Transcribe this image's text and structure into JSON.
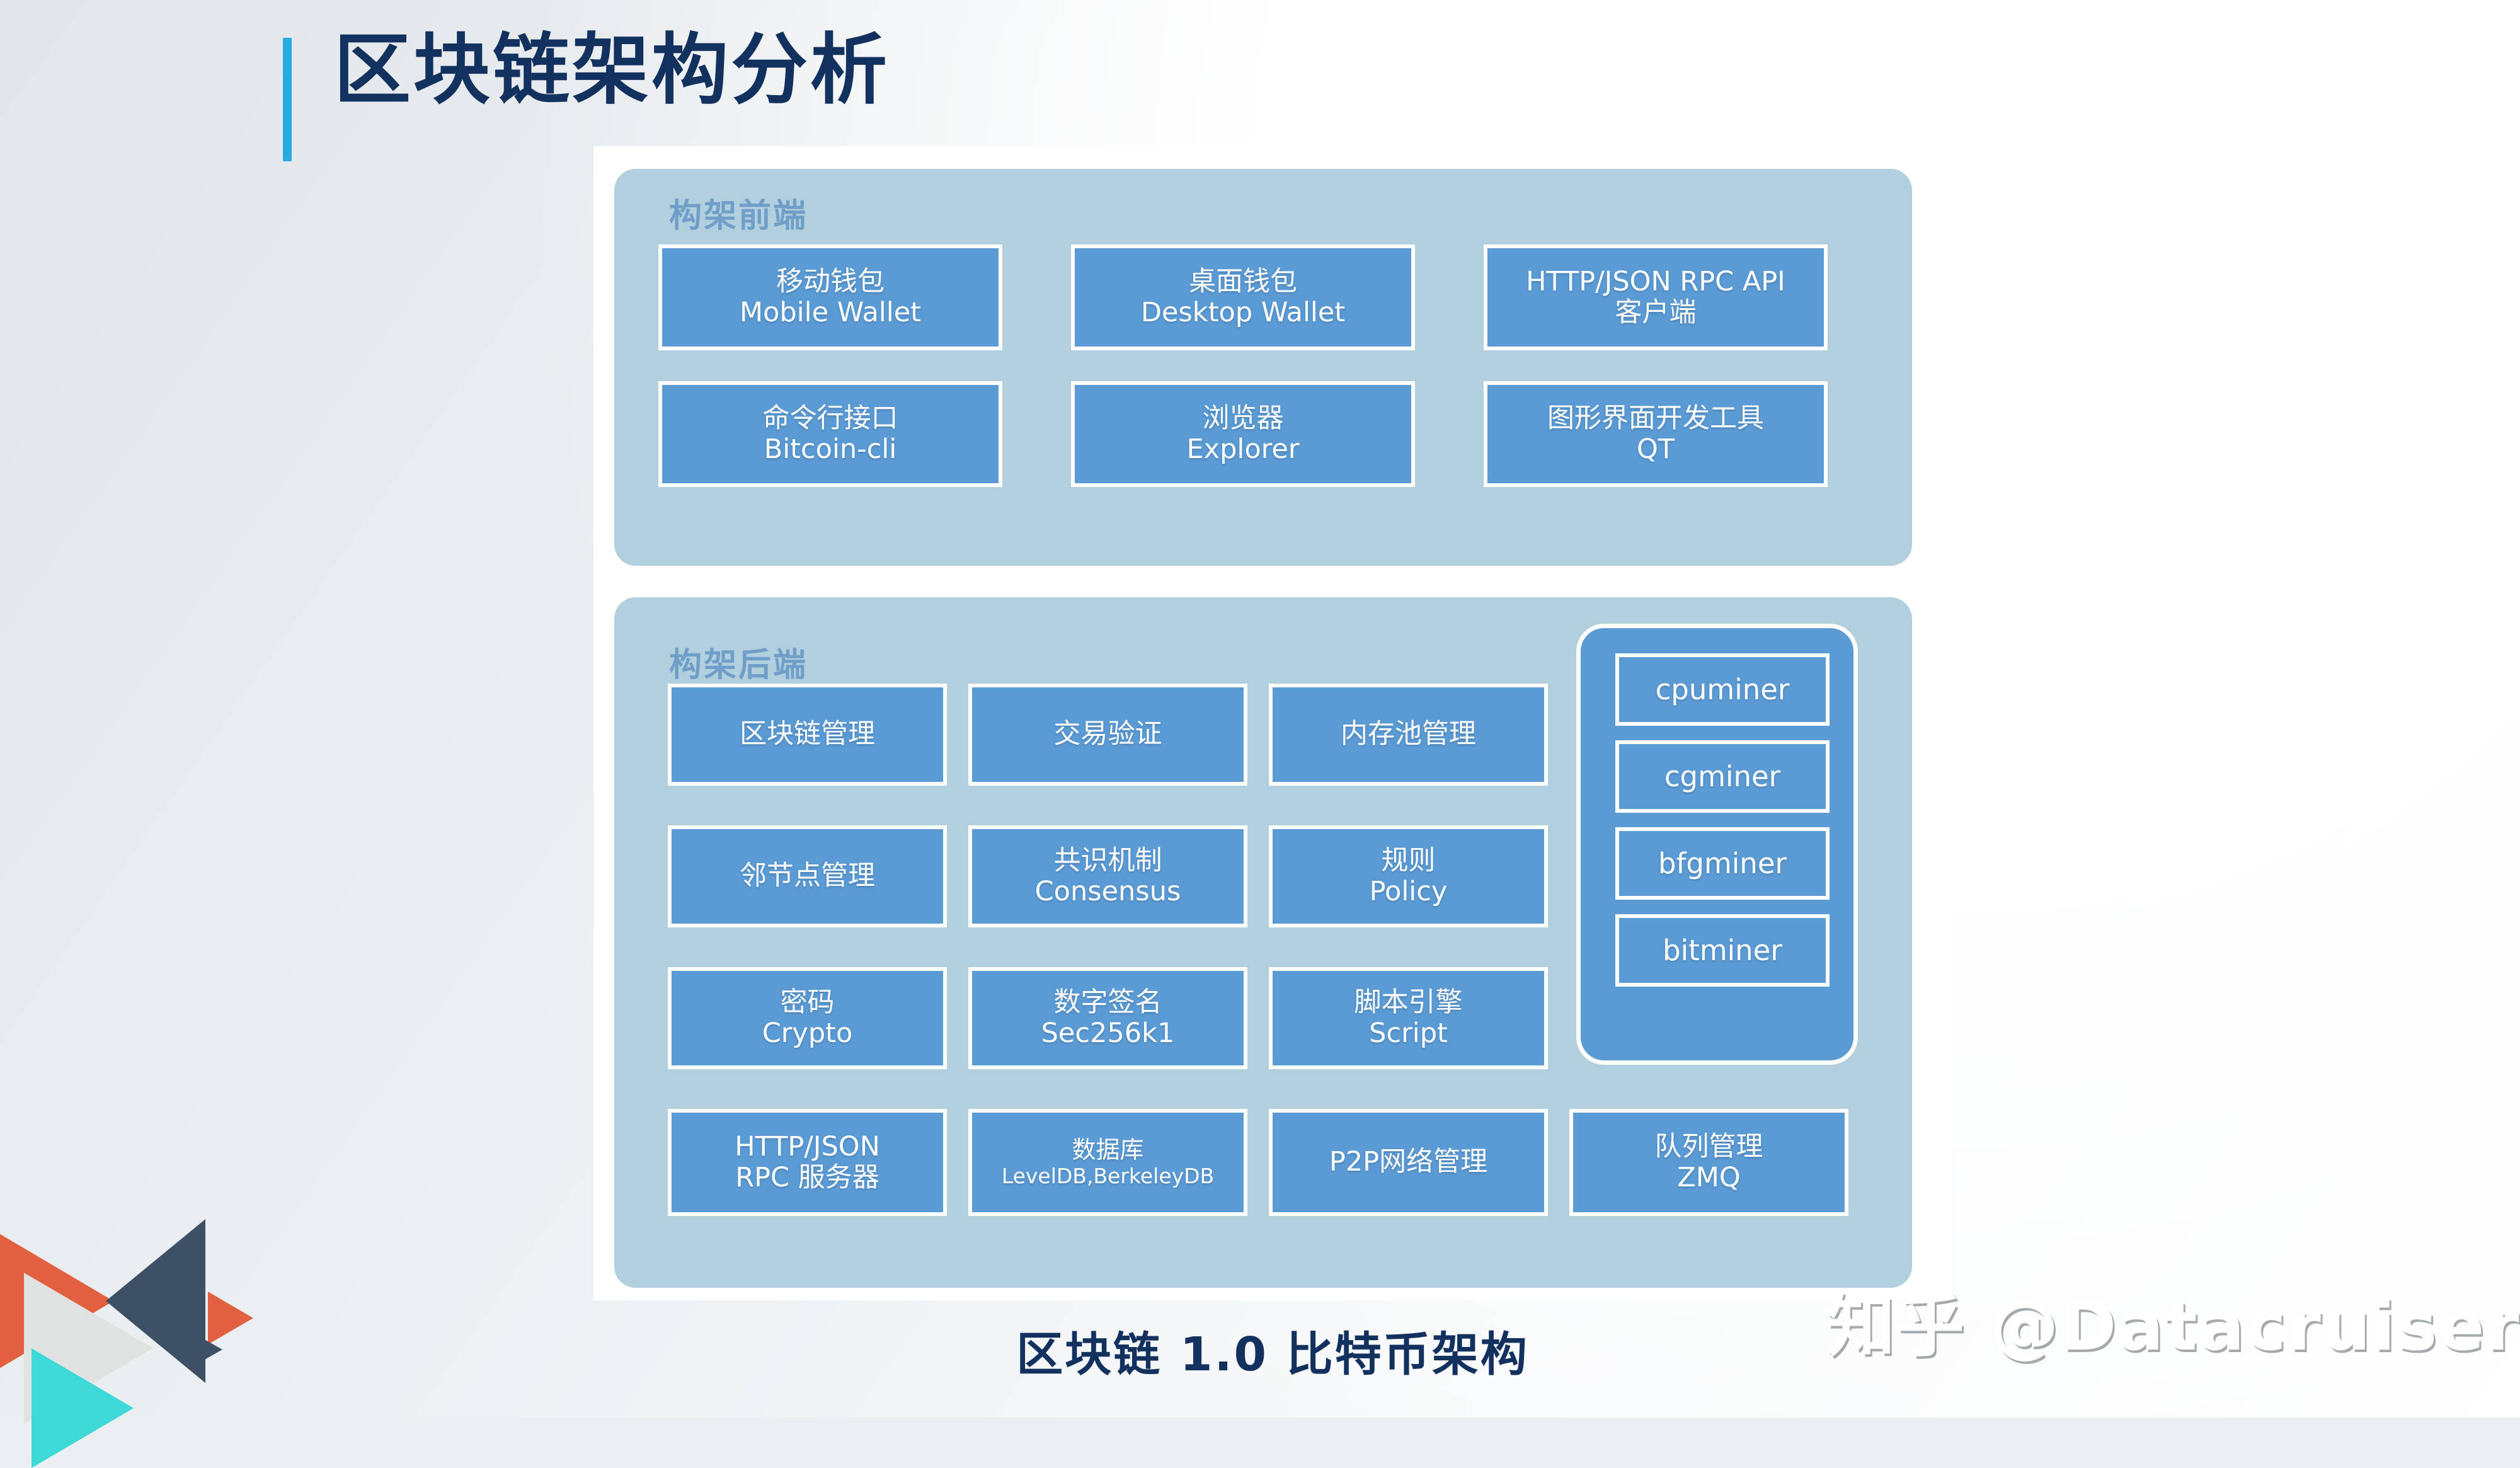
{
  "page": {
    "title": "区块链架构分析",
    "caption": "区块链 1.0 比特币架构",
    "watermark": "知乎 @Datacruiser",
    "accent_color": "#29abe2",
    "title_color": "#12315e",
    "panel_color": "#b2cfde",
    "node_color": "#5b9bd5",
    "panel_label_color": "#6f9ec9"
  },
  "frontend": {
    "label": "构架前端",
    "nodes": [
      {
        "l1": "移动钱包",
        "l2": "Mobile Wallet"
      },
      {
        "l1": "桌面钱包",
        "l2": "Desktop Wallet"
      },
      {
        "l1": "HTTP/JSON RPC API",
        "l2": "客户端"
      },
      {
        "l1": "命令行接口",
        "l2": "Bitcoin-cli"
      },
      {
        "l1": "浏览器",
        "l2": "Explorer"
      },
      {
        "l1": "图形界面开发工具",
        "l2": "QT"
      }
    ]
  },
  "backend": {
    "label": "构架后端",
    "nodes": [
      {
        "l1": "区块链管理",
        "l2": ""
      },
      {
        "l1": "交易验证",
        "l2": ""
      },
      {
        "l1": "内存池管理",
        "l2": ""
      },
      {
        "l1": "邻节点管理",
        "l2": ""
      },
      {
        "l1": "共识机制",
        "l2": "Consensus"
      },
      {
        "l1": "规则",
        "l2": "Policy"
      },
      {
        "l1": "密码",
        "l2": "Crypto"
      },
      {
        "l1": "数字签名",
        "l2": "Sec256k1"
      },
      {
        "l1": "脚本引擎",
        "l2": "Script"
      },
      {
        "l1": "HTTP/JSON",
        "l2": "RPC 服务器"
      },
      {
        "l1": "数据库",
        "l2": "LevelDB,BerkeleyDB"
      },
      {
        "l1": "P2P网络管理",
        "l2": ""
      },
      {
        "l1": "队列管理",
        "l2": "ZMQ"
      }
    ],
    "miners": [
      {
        "label": "cpuminer"
      },
      {
        "label": "cgminer"
      },
      {
        "label": "bfgminer"
      },
      {
        "label": "bitminer"
      }
    ]
  }
}
